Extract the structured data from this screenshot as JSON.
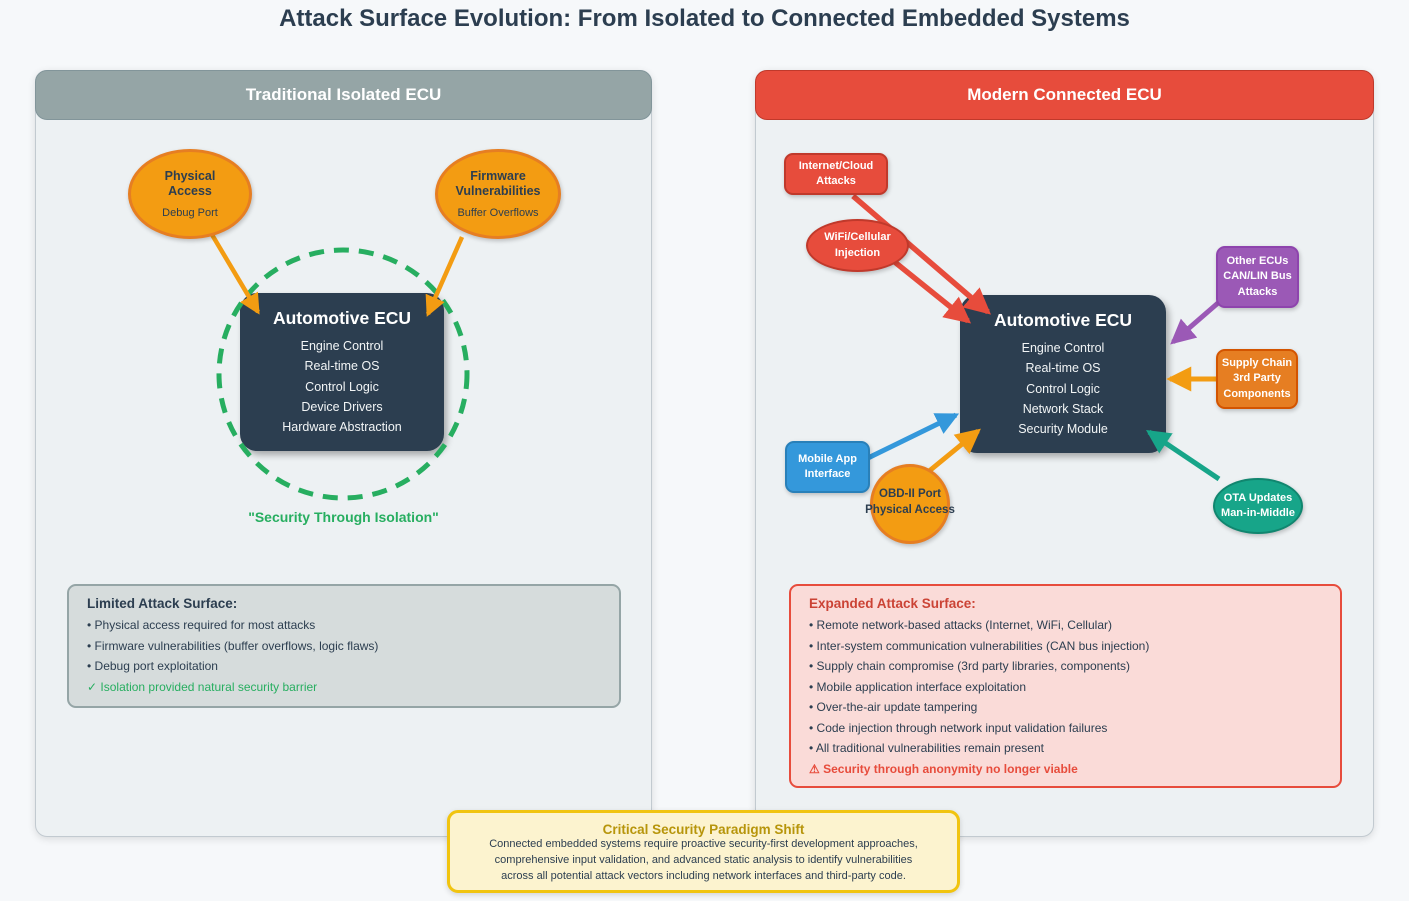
{
  "page": {
    "title": "Attack Surface Evolution: From Isolated to Connected Embedded Systems"
  },
  "colors": {
    "navy": "#2c3e50",
    "gray_header": "#95a5a6",
    "red": "#e74c3c",
    "orange": "#f39c12",
    "deep_orange": "#e67e22",
    "purple": "#9b59b6",
    "blue": "#3498db",
    "teal": "#17a589",
    "green": "#27ae60",
    "gold": "#f1c40f"
  },
  "left_panel": {
    "header": "Traditional Isolated ECU",
    "physical_access": {
      "line1": "Physical",
      "line2": "Access",
      "sub": "Debug Port"
    },
    "firmware_vuln": {
      "line1": "Firmware",
      "line2": "Vulnerabilities",
      "sub": "Buffer Overflows"
    },
    "ecu": {
      "title": "Automotive ECU",
      "items": [
        "Engine Control",
        "Real-time OS",
        "Control Logic",
        "Device Drivers",
        "Hardware Abstraction"
      ]
    },
    "caption": "\"Security Through Isolation\"",
    "limited": {
      "title": "Limited Attack Surface:",
      "bullets": [
        "Physical access required for most attacks",
        "Firmware vulnerabilities (buffer overflows, logic flaws)",
        "Debug port exploitation"
      ],
      "check_icon": "✓",
      "check_text": " Isolation provided natural security barrier"
    }
  },
  "right_panel": {
    "header": "Modern Connected ECU",
    "internet": {
      "line1": "Internet/Cloud",
      "line2": "Attacks"
    },
    "wifi": {
      "line1": "WiFi/Cellular",
      "line2": "Injection"
    },
    "other_ecus": {
      "line1": "Other ECUs",
      "line2": "CAN/LIN Bus",
      "line3": "Attacks"
    },
    "supply_chain": {
      "line1": "Supply Chain",
      "line2": "3rd Party",
      "line3": "Components"
    },
    "mobile_app": {
      "line1": "Mobile App",
      "line2": "Interface"
    },
    "obd": {
      "line1": "OBD-II Port",
      "line2": "Physical Access"
    },
    "ota": {
      "line1": "OTA Updates",
      "line2": "Man-in-Middle"
    },
    "ecu": {
      "title": "Automotive ECU",
      "items": [
        "Engine Control",
        "Real-time OS",
        "Control Logic",
        "Network Stack",
        "Security Module"
      ]
    },
    "expanded": {
      "title": "Expanded Attack Surface:",
      "bullets": [
        "Remote network-based attacks (Internet, WiFi, Cellular)",
        "Inter-system communication vulnerabilities (CAN bus injection)",
        "Supply chain compromise (3rd party libraries, components)",
        "Mobile application interface exploitation",
        "Over-the-air update tampering",
        "Code injection through network input validation failures",
        "All traditional vulnerabilities remain present"
      ],
      "warning_icon": "⚠",
      "warning_text": " Security through anonymity no longer viable"
    }
  },
  "footer": {
    "title": "Critical Security Paradigm Shift",
    "line1": "Connected embedded systems require proactive security-first development approaches,",
    "line2": "comprehensive input validation, and advanced static analysis to identify vulnerabilities",
    "line3": "across all potential attack vectors including network interfaces and third-party code."
  }
}
